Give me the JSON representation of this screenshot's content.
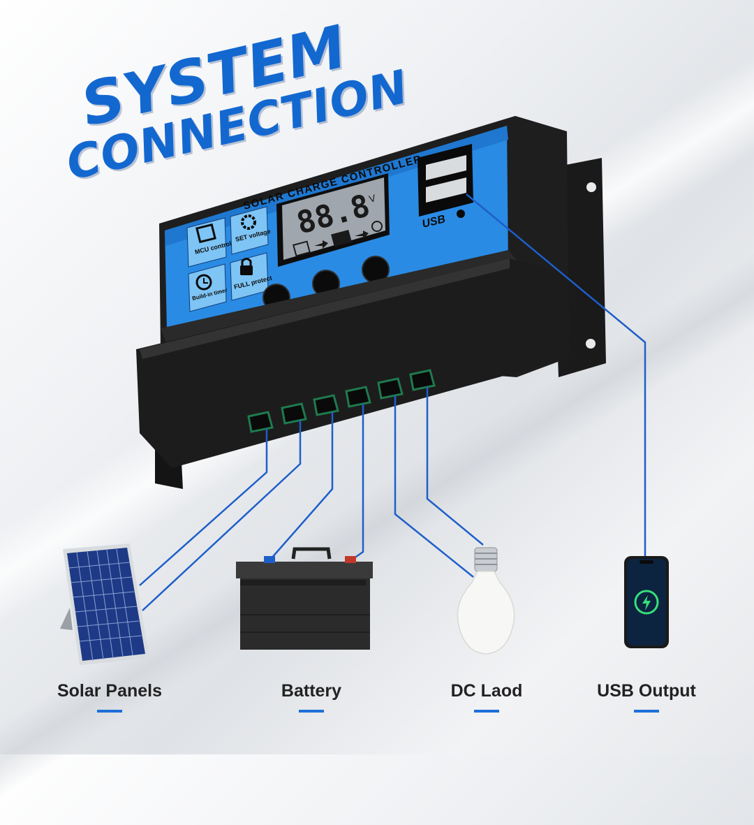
{
  "title": {
    "line1": "SYSTEM",
    "line2": "CONNECTION"
  },
  "controller": {
    "header": "SOLAR CHARGE CONTROLLER",
    "lcd_digits": "88.8",
    "lcd_unit": "V",
    "usb_label": "USB",
    "features": [
      {
        "icon": "mcu-chip-icon",
        "label": "MCU control"
      },
      {
        "icon": "gear-icon",
        "label": "SET voltage"
      },
      {
        "icon": "clock-icon",
        "label": "Build-in timer"
      },
      {
        "icon": "lock-icon",
        "label": "FULL protect"
      }
    ]
  },
  "devices": [
    {
      "icon": "solar-panel-icon",
      "label": "Solar Panels"
    },
    {
      "icon": "battery-icon",
      "label": "Battery"
    },
    {
      "icon": "light-bulb-icon",
      "label": "DC Laod"
    },
    {
      "icon": "smartphone-icon",
      "label": "USB Output"
    }
  ],
  "colors": {
    "accent": "#1368d0",
    "wire": "#1d5fc9",
    "panel_blue": "#2a8be4",
    "terminal_green": "#1f7a4e"
  }
}
